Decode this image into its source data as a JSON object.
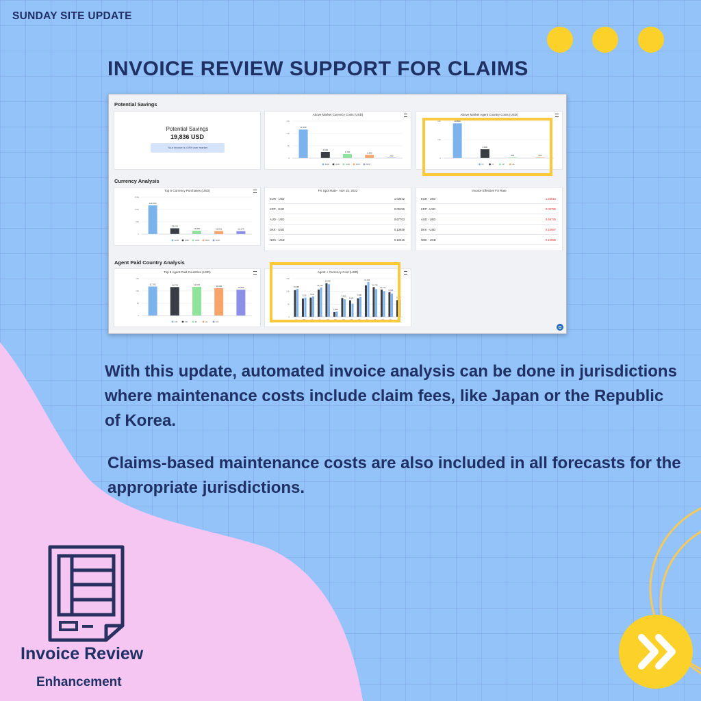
{
  "header": {
    "top_label": "SUNDAY SITE UPDATE",
    "headline": "INVOICE REVIEW SUPPORT FOR CLAIMS"
  },
  "colors": {
    "background": "#93c3f9",
    "accent_yellow": "#fcd12a",
    "pink": "#f6c6f2",
    "text": "#1f3064",
    "highlight": "#fbc93b"
  },
  "dashboard": {
    "sections": {
      "potential_savings": "Potential Savings",
      "currency_analysis": "Currency Analysis",
      "agent_paid": "Agent Paid Country Analysis"
    },
    "potential_savings_card": {
      "label": "Potential Savings",
      "value": "19,836 USD",
      "note": "Your invoice is 4.9% over market"
    },
    "fx_spot": {
      "title": "FX Spot Rate - Nov 15, 2022",
      "rows": [
        {
          "pair": "EUR - USD",
          "rate": "1.03542"
        },
        {
          "pair": "KRP - USD",
          "rate": "0.00159"
        },
        {
          "pair": "AUD - USD",
          "rate": "0.67703"
        },
        {
          "pair": "DKK - USD",
          "rate": "0.13929"
        },
        {
          "pair": "NOK - USD",
          "rate": "0.10015"
        }
      ]
    },
    "invoice_fx": {
      "title": "Invoice Effective FX Rate",
      "rows": [
        {
          "pair": "EUR - USD",
          "rate": "1.25516"
        },
        {
          "pair": "KRP - USD",
          "rate": "0.00795"
        },
        {
          "pair": "AUD - USD",
          "rate": "0.69735"
        },
        {
          "pair": "DKK - USD",
          "rate": "0.15697"
        },
        {
          "pair": "NOK - USD",
          "rate": "0.10995"
        }
      ]
    },
    "icons": {
      "menu": "hamburger-menu-icon",
      "chat": "chat-bubble-icon"
    }
  },
  "chart_data": [
    {
      "type": "bar",
      "title": "Above Market Currency Costs (USD)",
      "categories": [
        "EUR",
        "AUD",
        "CAD",
        "DKK",
        "MNT"
      ],
      "values": [
        11600,
        2500,
        1700,
        1300,
        200
      ],
      "labels": [
        "11,600",
        "2,500",
        "1,700",
        "1,300",
        "200"
      ],
      "colors": [
        "#7db3ec",
        "#3a3d44",
        "#8fe39a",
        "#f7a468",
        "#8b8fe8"
      ],
      "ylim": [
        0,
        15000
      ],
      "ytick_labels": [
        "0",
        "5k",
        "10k",
        "15k"
      ]
    },
    {
      "type": "bar",
      "title": "Above Market Agent Country Costs (USD)",
      "categories": [
        "CI",
        "KI",
        "JP",
        "AL"
      ],
      "values": [
        18800,
        4800,
        300,
        300
      ],
      "labels": [
        "18,800",
        "4,800",
        "300",
        "300"
      ],
      "colors": [
        "#7db3ec",
        "#3a3d44",
        "#8fe39a",
        "#f7a468"
      ],
      "ylim": [
        0,
        20000
      ],
      "ytick_labels": [
        "0",
        "10k",
        "20k"
      ]
    },
    {
      "type": "bar",
      "title": "Top 5 Currency Purchases (USD)",
      "categories": [
        "EUR",
        "GBP",
        "AUD",
        "DKK",
        "NOK"
      ],
      "values": [
        116653,
        23679,
        13800,
        12561,
        12179
      ],
      "labels": [
        "116,653",
        "23,679",
        "13,800",
        "12,561",
        "12,179"
      ],
      "colors": [
        "#7db3ec",
        "#3a3d44",
        "#8fe39a",
        "#f7a468",
        "#8b8fe8"
      ],
      "ylim": [
        0,
        150000
      ],
      "ytick_labels": [
        "0",
        "50k",
        "100k",
        "150k"
      ]
    },
    {
      "type": "bar",
      "title": "Top 5 Agent Paid Countries (USD)",
      "categories": [
        "KR",
        "FR",
        "EI",
        "AL",
        "US"
      ],
      "values": [
        11792,
        11578,
        11672,
        11092,
        10509
      ],
      "labels": [
        "11,792",
        "11,578",
        "11,672",
        "11,092",
        "10,509"
      ],
      "colors": [
        "#7db3ec",
        "#3a3d44",
        "#8fe39a",
        "#f7a468",
        "#8b8fe8"
      ],
      "ylim": [
        0,
        15000
      ],
      "ytick_labels": [
        "0",
        "5k",
        "10k",
        "15k"
      ]
    },
    {
      "type": "bar",
      "title": "Agent + Currency Cost (USD)",
      "categories": [
        "AL",
        "BR",
        "CA",
        "CL",
        "CN",
        "DE",
        "FR",
        "GB",
        "HK",
        "IN",
        "JP",
        "KR",
        "SG",
        "US"
      ],
      "values": [
        10500,
        7200,
        7600,
        10700,
        13200,
        1900,
        7400,
        6500,
        7300,
        12400,
        11700,
        10700,
        9700,
        6600
      ],
      "values2": [
        11000,
        7600,
        8000,
        11500,
        12800,
        2100,
        6900,
        5200,
        7800,
        13700,
        10900,
        10100,
        9200,
        6800
      ],
      "labels": [
        "10,488",
        "7,215",
        "7,632",
        "10,719",
        "13,285",
        "1,940",
        "7,418",
        "6,504",
        "7,305",
        "12,443",
        "11,729",
        "10,712",
        "9,738",
        "6,633"
      ],
      "colors": [
        "#3a3d44",
        "#7db3ec"
      ],
      "ylim": [
        0,
        15000
      ],
      "ytick_labels": [
        "0",
        "5k",
        "10k",
        "15k"
      ]
    }
  ],
  "body": {
    "paragraph1": "With this update, automated invoice analysis can be done in jurisdictions where maintenance costs include claim fees, like Japan or the Republic of Korea.",
    "paragraph2": "Claims-based maintenance costs are also included in all forecasts for the appropriate jurisdictions."
  },
  "footer": {
    "title": "Invoice Review",
    "subtitle": "Enhancement",
    "doc_icon": "invoice-document-icon",
    "next_icon": "double-chevron-right-icon"
  }
}
